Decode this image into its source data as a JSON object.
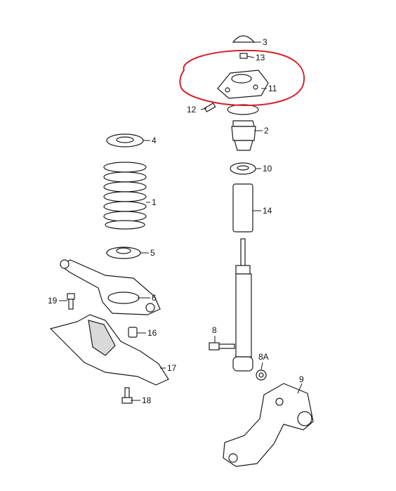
{
  "callouts": {
    "p1": "1",
    "p2": "2",
    "p3": "3",
    "p4": "4",
    "p5": "5",
    "p6": "6",
    "p8": "8",
    "p8a": "8A",
    "p9": "9",
    "p10": "10",
    "p11": "11",
    "p12": "12",
    "p13": "13",
    "p14": "14",
    "p16": "16",
    "p17": "17",
    "p18": "18",
    "p19": "19"
  },
  "colors": {
    "highlight": "#d8202a",
    "line": "#1a1a1a",
    "shade": "#d9d9d9"
  }
}
